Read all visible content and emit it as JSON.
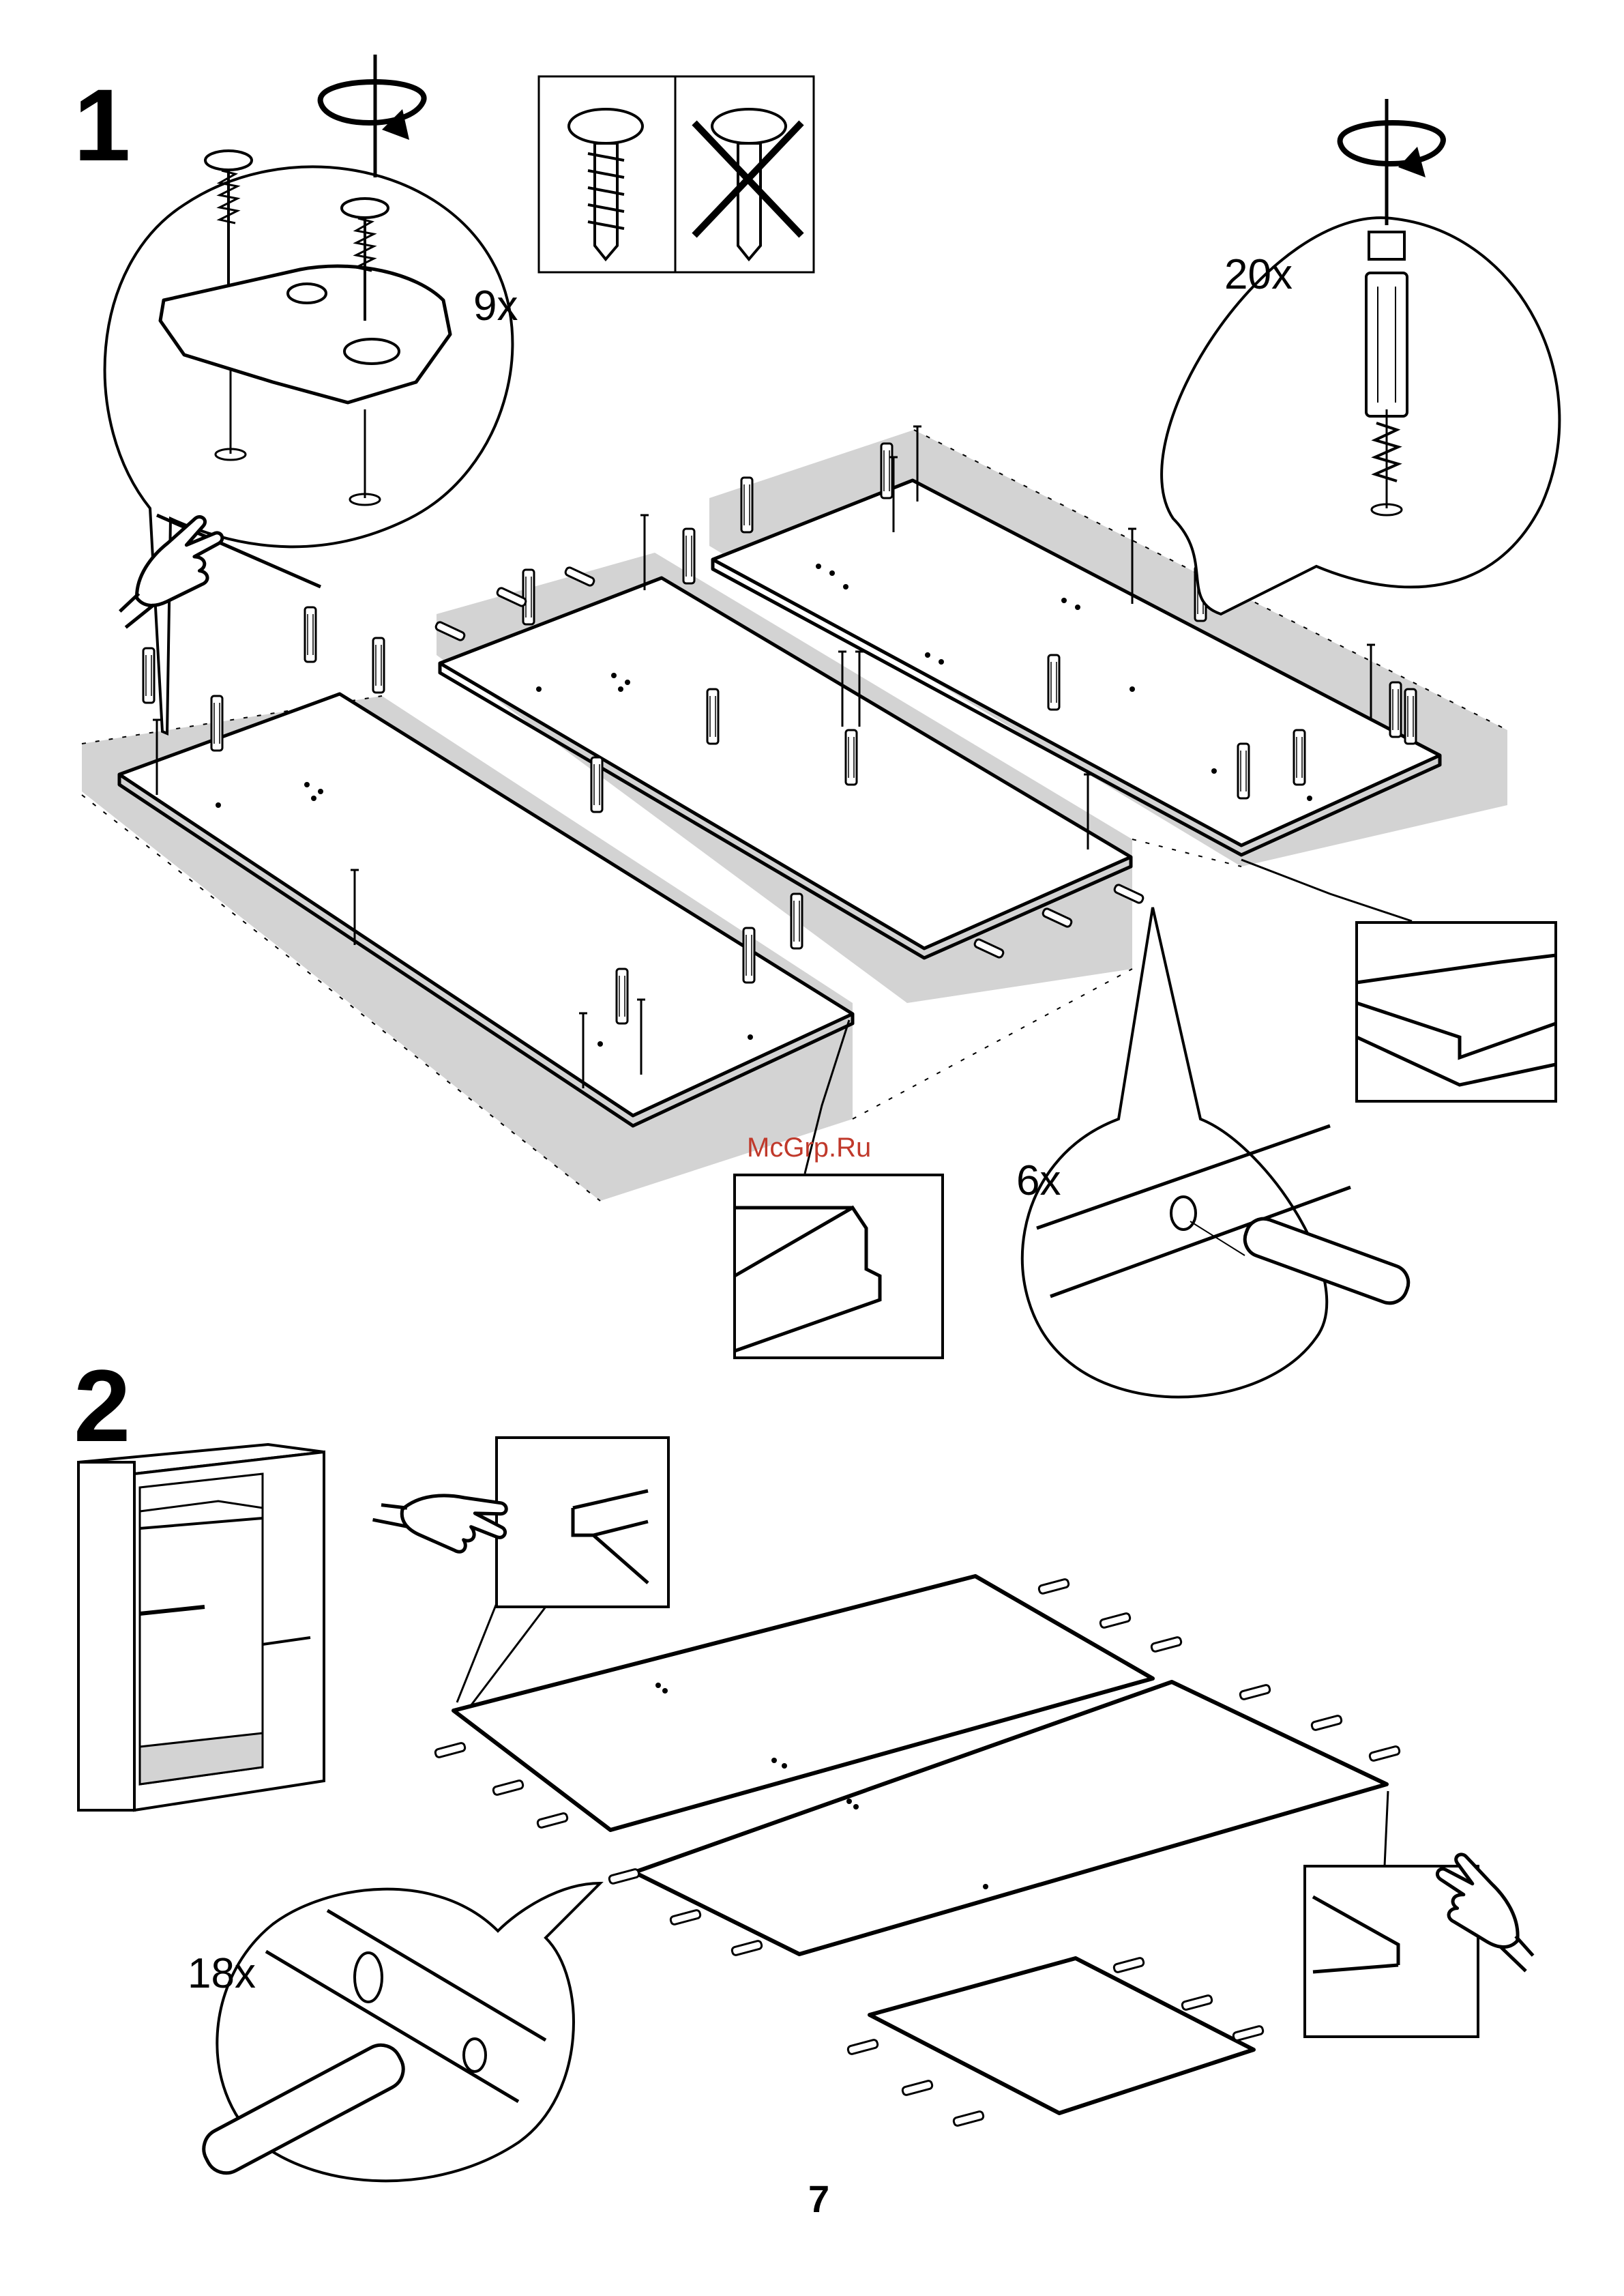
{
  "page": {
    "number": "7",
    "watermark": "McGrp.Ru",
    "colors": {
      "floor": "#d3d3d3",
      "ink": "#000000",
      "panel": "#ffffff",
      "watermark": "#c0392b",
      "footer_bar": "#cfcfcf"
    }
  },
  "step1": {
    "number": "1",
    "qty_connectors": "9x",
    "qty_dowel_screws": "20x",
    "qty_dowels": "6x",
    "icons": [
      "screwdriver-clockwise-icon",
      "correct-screw-icon",
      "wrong-screw-icon",
      "pointing-hand-icon",
      "edge-profile-detail-icon"
    ]
  },
  "step2": {
    "number": "2",
    "qty_dowels": "18x",
    "icons": [
      "wardrobe-preview-icon",
      "pointing-hand-icon",
      "edge-profile-detail-icon",
      "wooden-dowel-icon"
    ]
  }
}
